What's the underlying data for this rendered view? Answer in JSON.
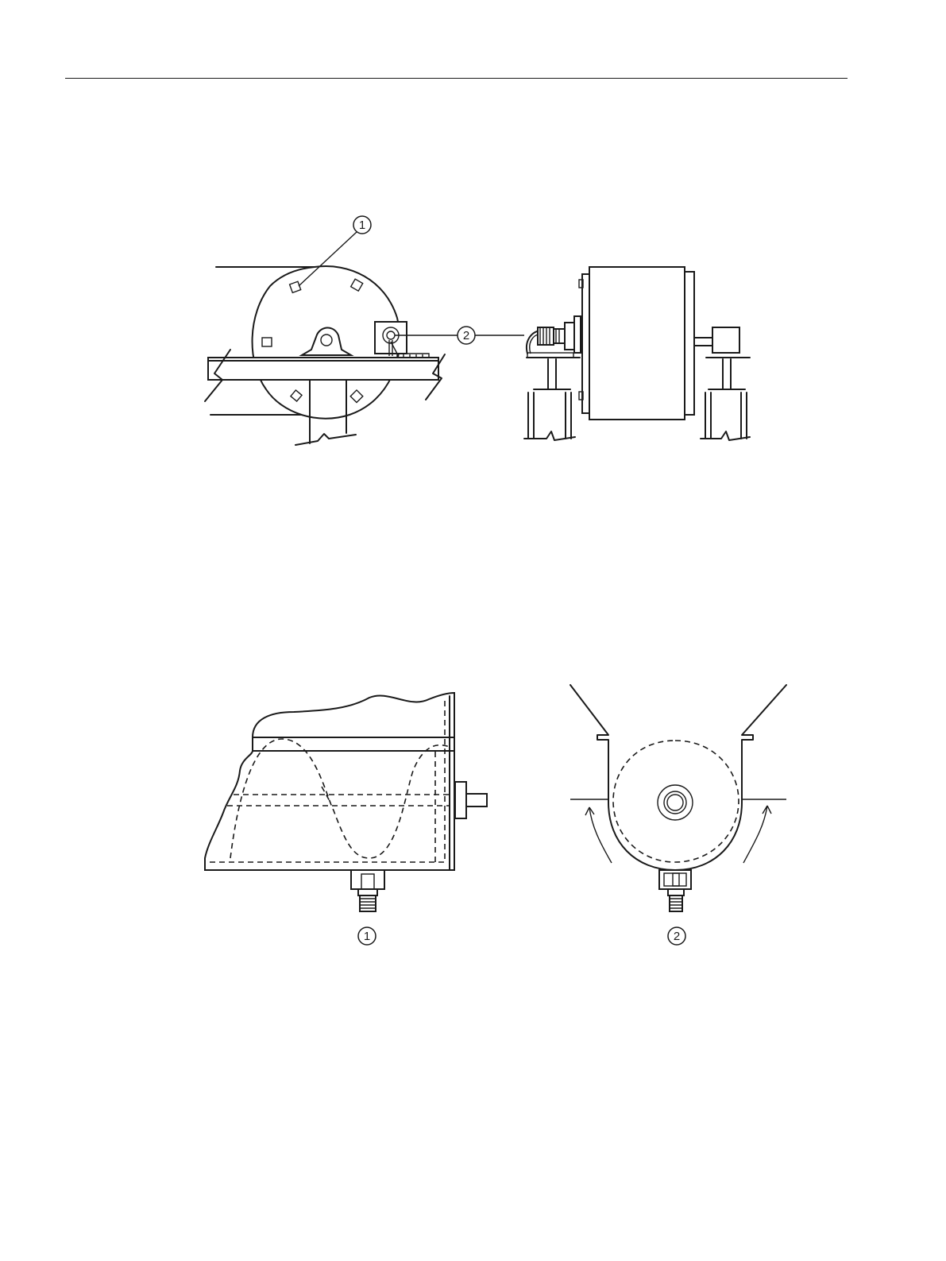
{
  "figure_top": {
    "callouts": [
      {
        "id": "1",
        "label": "1"
      },
      {
        "id": "2",
        "label": "2"
      }
    ]
  },
  "figure_bottom": {
    "callouts": [
      {
        "id": "1",
        "label": "1"
      },
      {
        "id": "2",
        "label": "2"
      }
    ]
  },
  "colors": {
    "ink": "#1a1a1a",
    "paper": "#ffffff"
  }
}
